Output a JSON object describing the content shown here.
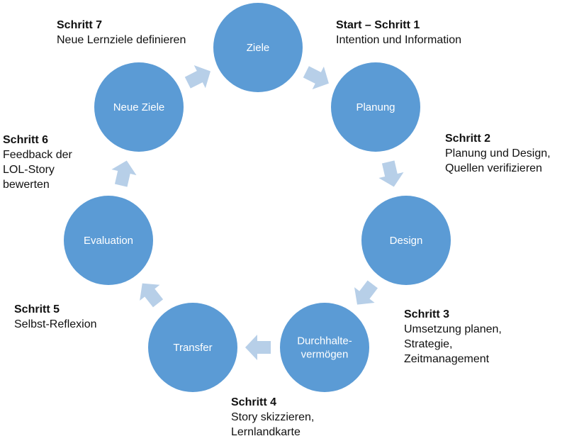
{
  "colors": {
    "node_fill": "#5b9bd5",
    "arrow_fill": "#b7cfe8",
    "text": "#111111",
    "node_text": "#ffffff"
  },
  "nodes": [
    {
      "id": "ziele",
      "lines": [
        "Ziele"
      ]
    },
    {
      "id": "planung",
      "lines": [
        "Planung"
      ]
    },
    {
      "id": "design",
      "lines": [
        "Design"
      ]
    },
    {
      "id": "durchhaltevermoegen",
      "lines": [
        "Durchhalte-",
        "vermögen"
      ]
    },
    {
      "id": "transfer",
      "lines": [
        "Transfer"
      ]
    },
    {
      "id": "evaluation",
      "lines": [
        "Evaluation"
      ]
    },
    {
      "id": "neue-ziele",
      "lines": [
        "Neue Ziele"
      ]
    }
  ],
  "steps": [
    {
      "id": "step-1",
      "head": "Start – Schritt 1",
      "lines": [
        "Intention und Information"
      ]
    },
    {
      "id": "step-2",
      "head": "Schritt 2",
      "lines": [
        "Planung und Design,",
        "Quellen verifizieren"
      ]
    },
    {
      "id": "step-3",
      "head": "Schritt 3",
      "lines": [
        "Umsetzung planen,",
        "Strategie,",
        "Zeitmanagement"
      ]
    },
    {
      "id": "step-4",
      "head": "Schritt 4",
      "lines": [
        "Story skizzieren,",
        "Lernlandkarte"
      ]
    },
    {
      "id": "step-5",
      "head": "Schritt 5",
      "lines": [
        "Selbst-Reflexion"
      ]
    },
    {
      "id": "step-6",
      "head": "Schritt 6",
      "lines": [
        "Feedback der",
        "LOL-Story",
        "bewerten"
      ]
    },
    {
      "id": "step-7",
      "head": "Schritt 7",
      "lines": [
        "Neue Lernziele definieren"
      ]
    }
  ]
}
